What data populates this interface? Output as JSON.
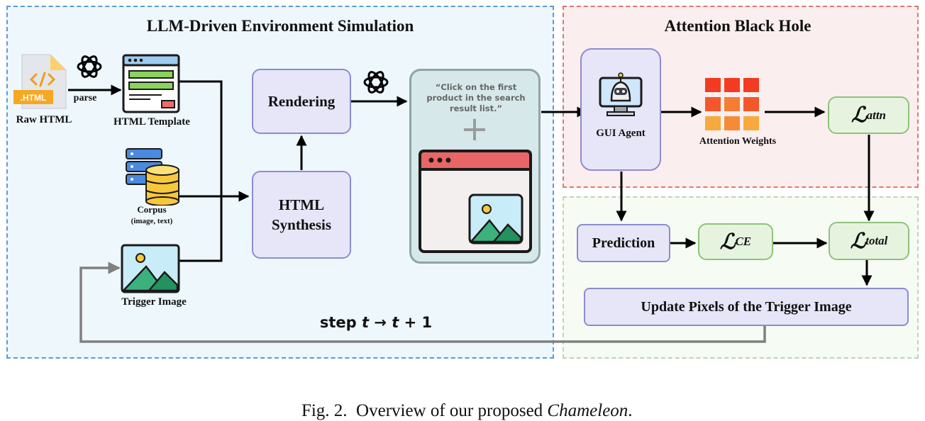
{
  "left_panel": {
    "title": "LLM-Driven Environment Simulation"
  },
  "right_top_panel": {
    "title": "Attention Black Hole"
  },
  "raw_html": {
    "icon_text": ".HTML",
    "label": "Raw HTML"
  },
  "parse_label": "parse",
  "html_template": {
    "label": "HTML Template"
  },
  "corpus": {
    "label": "Corpus",
    "sublabel": "(image, text)"
  },
  "trigger_image": {
    "label": "Trigger Image"
  },
  "rendering": {
    "label": "Rendering"
  },
  "html_synthesis": {
    "line1": "HTML",
    "line2": "Synthesis"
  },
  "instruction": {
    "text": "“Click on the first product in the search result list.”",
    "plus": "+"
  },
  "gui_agent": {
    "label": "GUI Agent"
  },
  "attention_weights": {
    "label": "Attention Weights"
  },
  "losses": {
    "attn": {
      "symbol": "ℒ",
      "sub": "attn"
    },
    "ce": {
      "symbol": "ℒ",
      "sub": "CE"
    },
    "total": {
      "symbol": "ℒ",
      "sub": "total"
    }
  },
  "prediction": {
    "label": "Prediction"
  },
  "update": {
    "label": "Update Pixels of the Trigger Image"
  },
  "step": {
    "prefix": "step ",
    "t1": "t",
    "arrow": " → ",
    "t2": "t",
    "suffix": " + 1"
  },
  "caption": {
    "prefix": "Fig. 2.  Overview of our proposed ",
    "italic": "Chameleon",
    "suffix": "."
  },
  "colors": {
    "left_border": "#5b9bd5",
    "left_fill": "#eef7fc",
    "attn_border": "#e07870",
    "attn_fill": "#fbeeee",
    "green_border": "#b7d9b0",
    "green_fill": "#f6fbf4",
    "box_purple": "#e6e6f8",
    "box_green": "#e6f4df"
  }
}
